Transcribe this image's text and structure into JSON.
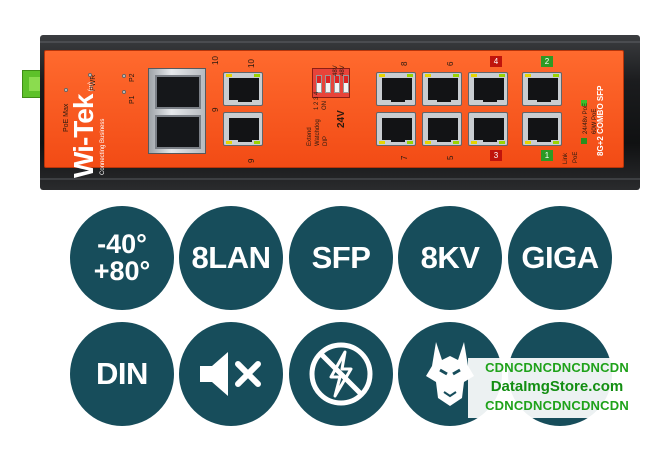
{
  "device": {
    "brand": "Wi-Tek",
    "brand_mark": "(w)",
    "tagline": "Connecting Business",
    "led_labels": {
      "pwr": "PWR",
      "poe_max": "PoE Max",
      "p1": "P1",
      "p2": "P2"
    },
    "sfp_ports": {
      "top": "10",
      "bottom": "9"
    },
    "uplink_rj45": {
      "top": "10",
      "bottom": "9"
    },
    "dip": {
      "numbers": "1 2 3 4",
      "on": "ON",
      "extend": "Extend",
      "watchdog": "Watchdog",
      "dip": "DIP",
      "vlan_top": "48V",
      "vlan_bottom": "48V"
    },
    "voltage": "24V",
    "lan_top": [
      "8",
      "6",
      "4",
      "2"
    ],
    "lan_bottom": [
      "7",
      "5",
      "3",
      "1"
    ],
    "link_label": "Link",
    "poe_label": "PoE",
    "model_label": "8G+2 COMBO SFP",
    "poe_budget": "60W PoE",
    "poe_voltage": "24/48v PoE"
  },
  "features": [
    {
      "id": "temp",
      "label": "-40°\n+80°"
    },
    {
      "id": "lan",
      "label": "8LAN"
    },
    {
      "id": "sfp",
      "label": "SFP"
    },
    {
      "id": "kv",
      "label": "8KV"
    },
    {
      "id": "giga",
      "label": "GIGA"
    },
    {
      "id": "din",
      "label": "DIN"
    },
    {
      "id": "fanless",
      "icon": "speaker-mute-icon"
    },
    {
      "id": "lightning",
      "icon": "no-lightning-icon"
    },
    {
      "id": "watchdog",
      "icon": "wolf-icon"
    },
    {
      "id": "extra",
      "icon": "circle"
    }
  ],
  "watermark": {
    "line1": "CDNCDNCDNCDNCDN",
    "line2": "DataImgStore.com",
    "line3": "CDNCDNCDNCDNCDN"
  },
  "colors": {
    "circle": "#174d5b",
    "panel": "#f24b15",
    "watermark": "#1fa21a"
  }
}
